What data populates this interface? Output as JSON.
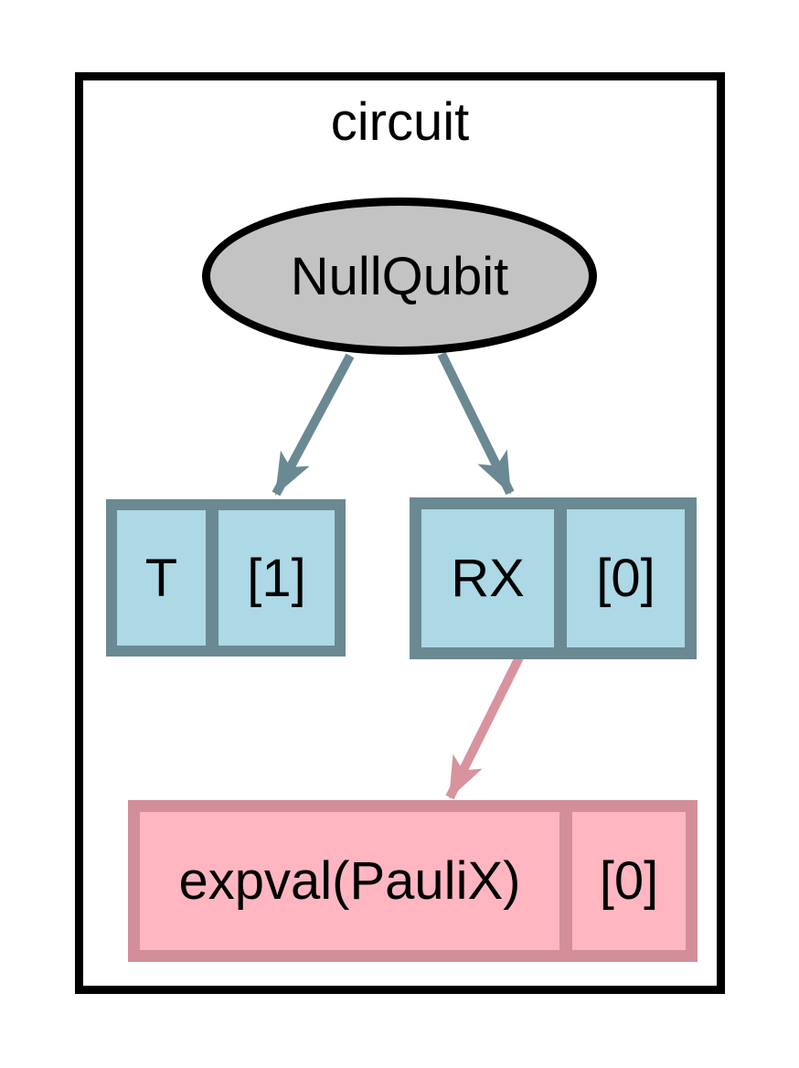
{
  "diagram": {
    "cluster_label": "circuit",
    "device": {
      "label": "NullQubit"
    },
    "operations": [
      {
        "name": "T",
        "wires": "[1]"
      },
      {
        "name": "RX",
        "wires": "[0]"
      }
    ],
    "measurements": [
      {
        "name": "expval(PauliX)",
        "wires": "[0]"
      }
    ],
    "edges": [
      {
        "from": "NullQubit",
        "to": "T"
      },
      {
        "from": "NullQubit",
        "to": "RX"
      },
      {
        "from": "RX",
        "to": "expval(PauliX)"
      }
    ],
    "colors": {
      "frame_border": "#000000",
      "device_fill": "#c3c3c3",
      "device_border": "#000000",
      "operation_fill": "#add8e6",
      "operation_border": "#6b8992",
      "operation_edge": "#6b8992",
      "measurement_fill": "#ffb6c1",
      "measurement_border": "#d28f9a",
      "measurement_edge": "#d8939e"
    }
  }
}
